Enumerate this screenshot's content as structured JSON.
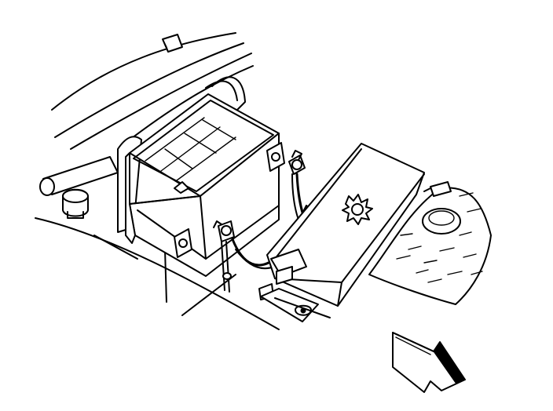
{
  "diagram": {
    "colors": {
      "line": "#000000",
      "background": "#ffffff"
    },
    "components": [
      "hood-edge",
      "fender-arch",
      "battery",
      "battery-hold-down-strap",
      "negative-terminal",
      "positive-terminal",
      "negative-cable",
      "positive-cable",
      "fuse-relay-box",
      "cooling-fan-shroud",
      "washer-reservoir-cap",
      "radiator-hose",
      "support-bracket",
      "forward-direction-arrow"
    ]
  }
}
